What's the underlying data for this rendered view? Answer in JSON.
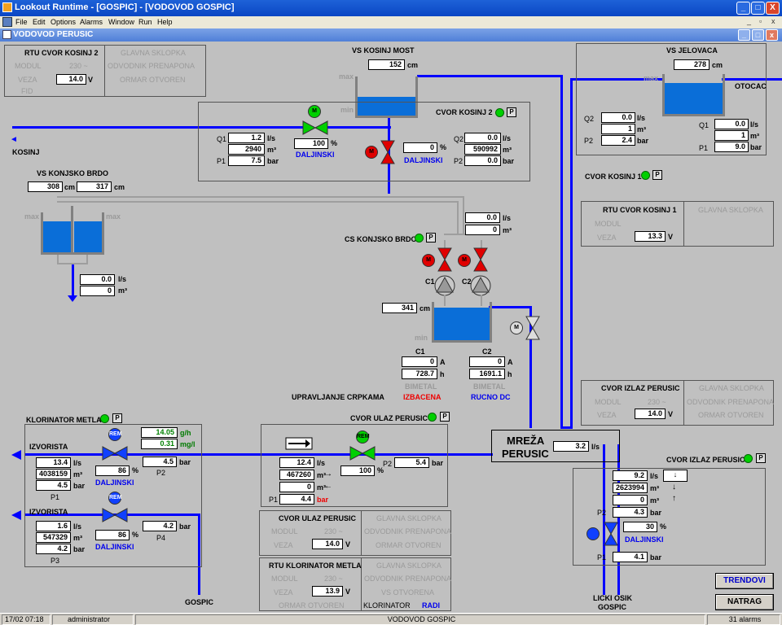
{
  "window": {
    "title": "Lookout Runtime - [GOSPIC] - [VODOVOD GOSPIC]",
    "min": "_",
    "max": "□",
    "close": "X"
  },
  "menu": {
    "items": [
      "File",
      "Edit",
      "Options",
      "Alarms",
      "Window",
      "Run",
      "Help"
    ],
    "min": "_",
    "restore": "▫",
    "close": "x"
  },
  "child": {
    "title": "VODOVOD PERUSIC"
  },
  "rtu_kosinj2": {
    "title": "RTU CVOR KOSINJ 2",
    "modul": "MODUL",
    "modul_val": "230 ~",
    "veza": "VEZA",
    "veza_val": "14.0",
    "veza_unit": "V",
    "fid": "FID",
    "glavna": "GLAVNA SKLOPKA",
    "odvodnik": "ODVODNIK PRENAPONA",
    "ormar": "ORMAR OTVOREN"
  },
  "vs_kosinj_most": {
    "title": "VS KOSINJ MOST",
    "level": "152",
    "unit": "cm",
    "max": "max",
    "min": "min"
  },
  "cvor_kosinj2": {
    "title": "CVOR KOSINJ 2",
    "p": "P",
    "q1": "Q1",
    "q1_val": "1.2",
    "q1_unit": "l/s",
    "vol": "2940",
    "vol_unit": "m³",
    "p1": "P1",
    "p1_val": "7.5",
    "p1_unit": "bar",
    "valve_pct": "100",
    "pct": "%",
    "mode": "DALJINSKI",
    "m": "M",
    "q2": "Q2",
    "q2_val": "0.0",
    "q2_unit": "l/s",
    "vol2": "590992",
    "vol2_unit": "m³",
    "p2": "P2",
    "p2_val": "0.0",
    "p2_unit": "bar",
    "valve2_pct": "0",
    "mode2": "DALJINSKI"
  },
  "kosinj": {
    "label": "KOSINJ",
    "arrow": "◄"
  },
  "vs_jelovaca": {
    "title": "VS JELOVACA",
    "level": "278",
    "unit": "cm",
    "max": "max",
    "otocac": "OTOCAC",
    "q2": "Q2",
    "q2_val": "0.0",
    "q2_unit": "l/s",
    "vol2": "1",
    "vol2_unit": "m³",
    "p2": "P2",
    "p2_val": "2.4",
    "p2_unit": "bar",
    "q1": "Q1",
    "q1_val": "0.0",
    "q1_unit": "l/s",
    "vol1": "1",
    "vol1_unit": "m³",
    "p1": "P1",
    "p1_val": "9.0",
    "p1_unit": "bar"
  },
  "cvor_kosinj1": {
    "title": "CVOR KOSINJ 1",
    "p": "P"
  },
  "rtu_kosinj1": {
    "title": "RTU CVOR KOSINJ 1",
    "modul": "MODUL",
    "veza": "VEZA",
    "veza_val": "13.3",
    "veza_unit": "V",
    "glavna": "GLAVNA SKLOPKA"
  },
  "vs_konjsko": {
    "title": "VS KONJSKO BRDO",
    "lvl1": "308",
    "lvl2": "317",
    "unit": "cm",
    "max": "max",
    "q_val": "0.0",
    "q_unit": "l/s",
    "vol": "0",
    "vol_unit": "m³"
  },
  "cs_konjsko": {
    "title": "CS KONJSKO BRDO",
    "p": "P",
    "q_val": "0.0",
    "q_unit": "l/s",
    "vol": "0",
    "vol_unit": "m³",
    "m": "M",
    "c1": "C1",
    "c2": "C2",
    "level": "341",
    "unit": "cm",
    "min": "min",
    "c1_a": "0",
    "c2_a": "0",
    "a": "A",
    "c1_h": "728.7",
    "c2_h": "1691.1",
    "h": "h",
    "bimetal": "BIMETAL",
    "c1_state": "IZBACENA",
    "c2_state": "RUCNO DC",
    "upr": "UPRAVLJANJE CRPKAMA"
  },
  "cvor_izlaz_rtu": {
    "title": "CVOR IZLAZ PERUSIC",
    "modul": "MODUL",
    "modul_val": "230 ~",
    "veza": "VEZA",
    "veza_val": "14.0",
    "veza_unit": "V",
    "glavna": "GLAVNA SKLOPKA",
    "odvodnik": "ODVODNIK PRENAPONA",
    "ormar": "ORMAR OTVOREN"
  },
  "klorinator": {
    "title": "KLORINATOR METLA",
    "p": "P",
    "rem": "REM",
    "gh": "14.05",
    "gh_unit": "g/h",
    "mgl": "0.31",
    "mgl_unit": "mg/l",
    "izv": "IZVORISTA",
    "q1": "13.4",
    "q_unit": "l/s",
    "vol1": "4038159",
    "vol_unit": "m³",
    "p1_val": "4.5",
    "bar": "bar",
    "p1": "P1",
    "pct1": "86",
    "pct": "%",
    "mode": "DALJINSKI",
    "p2_val": "4.5",
    "p2": "P2",
    "q2": "1.6",
    "vol2": "547329",
    "p3_val": "4.2",
    "p3": "P3",
    "pct2": "86",
    "p4_val": "4.2",
    "p4": "P4",
    "mode2": "DALJINSKI"
  },
  "cvor_ulaz": {
    "title": "CVOR ULAZ PERUSIC",
    "p": "P",
    "rem": "REM",
    "q": "12.4",
    "q_unit": "l/s",
    "vol": "467260",
    "vol_unit": "m³",
    "vol2": "0",
    "pct": "100",
    "pct_unit": "%",
    "p1": "P1",
    "p1_val": "4.4",
    "bar": "bar",
    "p2": "P2",
    "p2_val": "5.4"
  },
  "mreza": {
    "title1": "MREŽA",
    "title2": "PERUSIC",
    "val": "3.2",
    "unit": "l/s"
  },
  "cvor_izlaz": {
    "title": "CVOR IZLAZ PERUSIC",
    "p": "P",
    "q": "9.2",
    "q_unit": "l/s",
    "vol": "2623994",
    "vol_unit": "m³",
    "vol2": "0",
    "p2": "P2",
    "p2_val": "4.3",
    "bar": "bar",
    "pct": "30",
    "pct_unit": "%",
    "mode": "DALJINSKI",
    "p1": "P1",
    "p1_val": "4.1",
    "arrows": [
      "↓",
      "↓",
      "↑"
    ],
    "licki1": "LICKI OSIK",
    "licki2": "GOSPIC"
  },
  "rtu_ulaz": {
    "title": "CVOR ULAZ PERUSIC",
    "modul": "MODUL",
    "modul_val": "230 ~",
    "veza": "VEZA",
    "veza_val": "14.0",
    "veza_unit": "V",
    "glavna": "GLAVNA SKLOPKA",
    "odvodnik": "ODVODNIK PRENAPONA",
    "ormar": "ORMAR OTVOREN"
  },
  "rtu_klor": {
    "title": "RTU KLORINATOR METLA",
    "modul": "MODUL",
    "modul_val": "230 ~",
    "veza": "VEZA",
    "veza_val": "13.9",
    "veza_unit": "V",
    "ormar": "ORMAR OTVOREN",
    "glavna": "GLAVNA SKLOPKA",
    "odvodnik": "ODVODNIK PRENAPONA",
    "vs": "VS OTVORENA",
    "klor": "KLORINATOR",
    "radi": "RADI"
  },
  "gospic": {
    "label": "GOSPIC"
  },
  "buttons": {
    "trendovi": "TRENDOVI",
    "natrag": "NATRAG"
  },
  "status": {
    "time": "17/02 07:18",
    "user": "administrator",
    "name": "VODOVOD GOSPIC",
    "alarms": "31 alarms"
  }
}
